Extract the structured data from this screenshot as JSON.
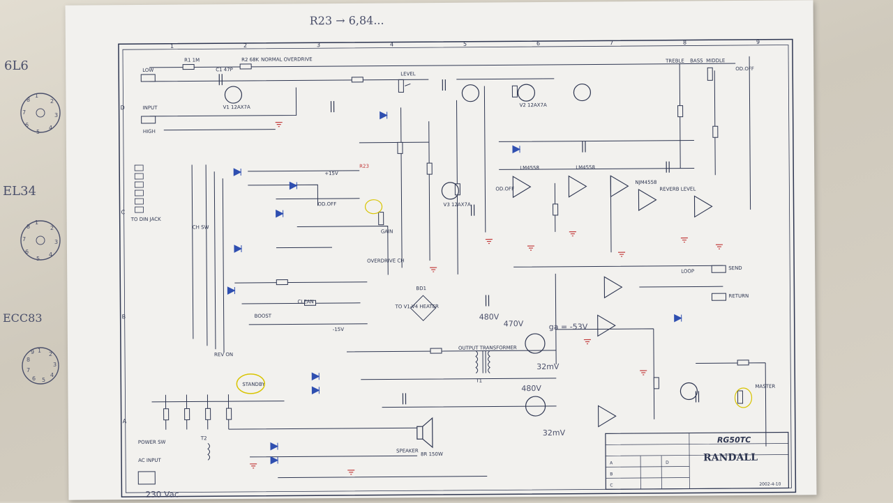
{
  "colors": {
    "ink": "#2d3550",
    "red": "#c23a3a",
    "blue": "#2f4fb0",
    "hand": "#4a4f6a",
    "highlight": "#d8c400",
    "paper": "#f2f1ee"
  },
  "handwriting": {
    "top_note": "R23 → 6,84...",
    "tube_6l6": "6L6",
    "tube_el34": "EL34",
    "tube_ecc83": "ECC83",
    "mains": "230 Vac",
    "v_480a": "480V",
    "v_470": "470V",
    "v_ga": "ga = -53V",
    "v_32a": "32mV",
    "v_480b": "480V",
    "v_32b": "32mV"
  },
  "blocks": {
    "input": "INPUT",
    "low": "LOW",
    "high": "HIGH",
    "normal_overdrive": "NORMAL OVERDRIVE",
    "overdrive_ch": "OVERDRIVE CH",
    "ch_sw": "CH SW",
    "to_din_jack": "TO DIN JACK",
    "boost": "BOOST",
    "clean": "CLEAN",
    "rev_on": "REV ON",
    "standby": "STANDBY",
    "output_transformer": "OUTPUT TRANSFORMER",
    "power_sw": "POWER SW",
    "ac_input": "AC INPUT",
    "speaker": "SPEAKER",
    "speaker_spec": "8R 150W",
    "heater": "TO V1-V4 HEATER",
    "reverb_level": "REVERB LEVEL",
    "send": "SEND",
    "return": "RETURN",
    "loop": "LOOP",
    "od_off_a": "OD.OFF",
    "od_off_b": "OD.OFF",
    "od_off_c": "OD.OFF",
    "treble": "TREBLE",
    "bass": "BASS",
    "middle": "MIDDLE",
    "level": "LEVEL",
    "gain": "GAIN",
    "master": "MASTER",
    "plus15": "+15V",
    "minus15": "-15V"
  },
  "parts": {
    "v1": "V1 12AX7A",
    "v2": "V2 12AX7A",
    "v3": "V3 12AX7A",
    "u1": "LM4558",
    "u2": "LM4558",
    "u3": "NJM4558",
    "r1": "R1 1M",
    "r2": "R2 68K",
    "c1": "C1 47P",
    "r23": "R23",
    "bd1": "BD1",
    "t1": "T1",
    "t2": "T2"
  },
  "title_block": {
    "model": "RG50TC",
    "brand": "RANDALL",
    "date": "2002-4-10",
    "rev_a": "A",
    "rev_b": "B",
    "rev_c": "C",
    "rev_d": "D"
  },
  "grid": {
    "cols": [
      "1",
      "2",
      "3",
      "4",
      "5",
      "6",
      "7",
      "8",
      "9"
    ],
    "rows": [
      "A",
      "B",
      "C",
      "D"
    ]
  },
  "pinouts": {
    "octal": [
      "1",
      "2",
      "3",
      "4",
      "5",
      "6",
      "7",
      "8"
    ],
    "noval": [
      "1",
      "2",
      "3",
      "4",
      "5",
      "6",
      "7",
      "8",
      "9"
    ]
  }
}
